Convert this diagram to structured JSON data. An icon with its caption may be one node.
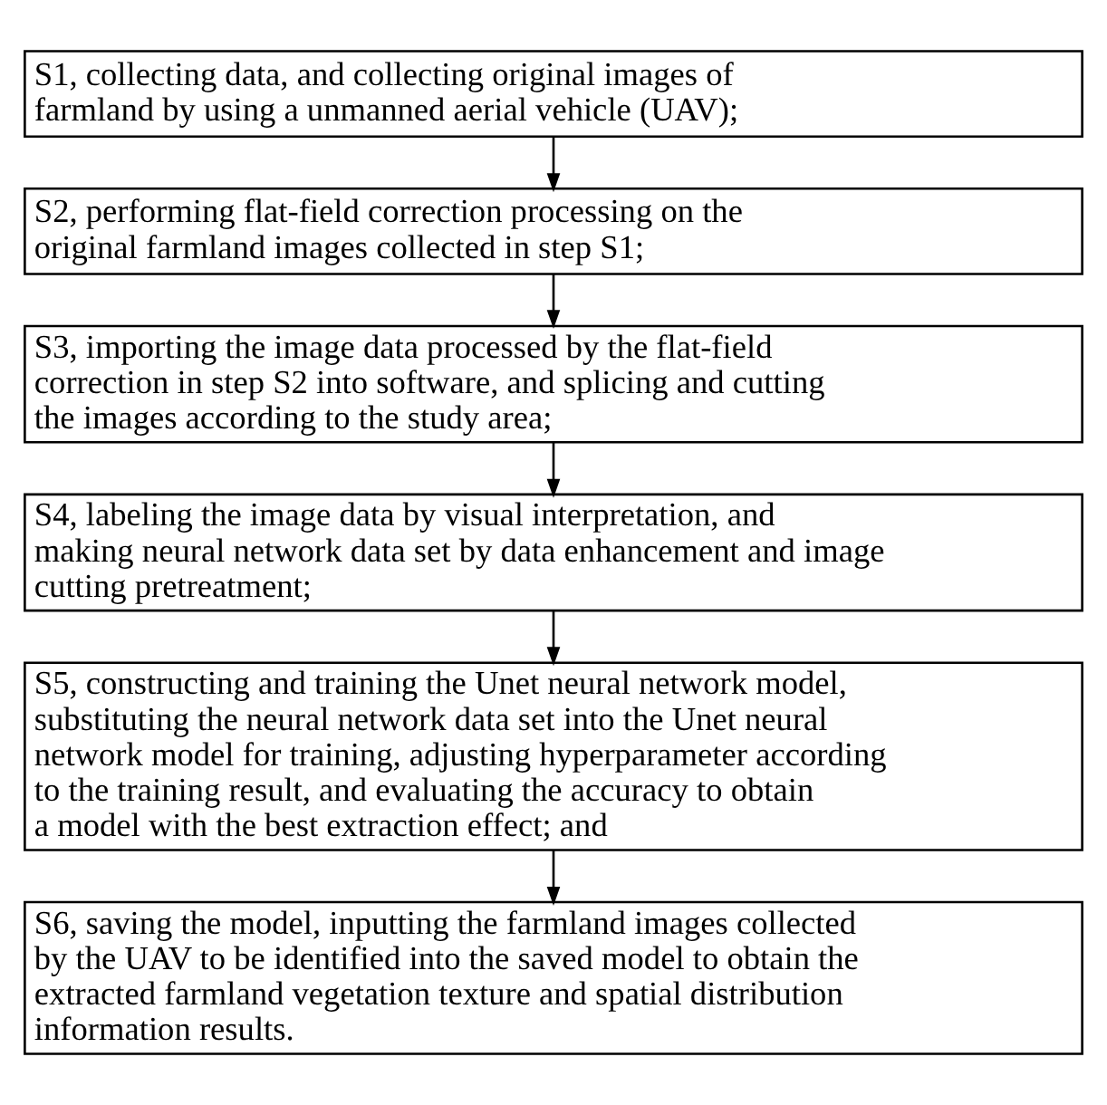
{
  "diagram": {
    "nodes": [
      {
        "text": [
          "S1, collecting data, and collecting original images of farmland by using a unmanned aerial vehicle (UAV);"
        ]
      },
      {
        "text": [
          "S2, performing flat-field correction processing on the original farmland images collected in step S1;"
        ]
      },
      {
        "text": [
          "S3, importing the image data processed by the flat-field correction in step S2 into software, and splicing and cutting the images according to the study area;"
        ]
      },
      {
        "text": [
          "S4, labeling the image data by visual interpretation, and making neural network data set by data enhancement and image cutting pretreatment;"
        ]
      },
      {
        "text": [
          "S5, constructing and training the Unet neural network model, substituting the neural network data set into the Unet neural network model for training, adjusting hyperparameter according to the training result, and evaluating the accuracy to obtain a model with the best extraction effect; and"
        ]
      },
      {
        "text": [
          "S6, saving the model, inputting the farmland images collected by the UAV to be identified into the saved model to obtain the extracted farmland vegetation texture and spatial distribution information results."
        ]
      }
    ],
    "edges": [
      {
        "from": 0,
        "to": 1,
        "arrow": "to"
      },
      {
        "from": 1,
        "to": 2,
        "arrow": "to"
      },
      {
        "from": 2,
        "to": 3,
        "arrow": "to"
      },
      {
        "from": 3,
        "to": 4,
        "arrow": "to"
      },
      {
        "from": 4,
        "to": 5,
        "arrow": "to"
      }
    ]
  }
}
